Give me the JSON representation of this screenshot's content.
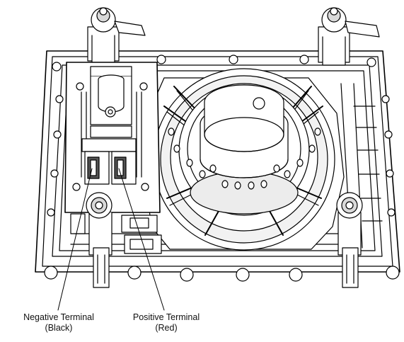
{
  "labels": {
    "negative": {
      "line1": "Negative Terminal",
      "line2": "(Black)"
    },
    "positive": {
      "line1": "Positive Terminal",
      "line2": "(Red)"
    }
  },
  "colors": {
    "stroke": "#000000",
    "fill": "#ffffff",
    "shade": "#d9d9d9",
    "dark": "#555555"
  }
}
